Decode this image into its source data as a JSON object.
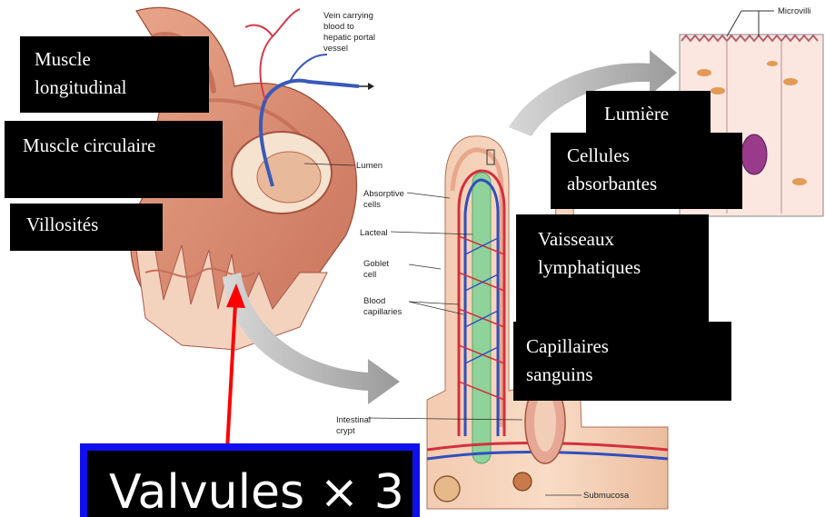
{
  "figure_labels": {
    "vein": [
      "Vein carrying",
      "blood to",
      "hepatic portal",
      "vessel"
    ],
    "microvilli": "Microvilli",
    "lumen": "Lumen",
    "absorptive_cells": [
      "Absorptive",
      "cells"
    ],
    "lacteal": "Lacteal",
    "goblet_cell": [
      "Goblet",
      "cell"
    ],
    "blood_capillaries": [
      "Blood",
      "capillaries"
    ],
    "intestinal_crypt": [
      "Intestinal",
      "crypt"
    ],
    "submucosa": "Submucosa"
  },
  "overlay_labels": {
    "muscle_longitudinal": [
      "Muscle",
      "longitudinal"
    ],
    "muscle_circulaire": [
      "Muscle circulaire"
    ],
    "villosites": [
      "Villosités"
    ],
    "lumiere": [
      "Lumière"
    ],
    "cellules_absorbantes": [
      "Cellules",
      "absorbantes"
    ],
    "vaisseaux_lymphatiques": [
      "Vaisseaux",
      "lymphatiques"
    ],
    "capillaires_sanguins": [
      "Capillaires",
      "sanguins"
    ]
  },
  "callout": {
    "text": "Valvules × 3"
  },
  "colors": {
    "overlay_bg": "#000000",
    "overlay_text": "#ffffff",
    "callout_border": "#1010ee",
    "arrow": "#ff0000"
  }
}
